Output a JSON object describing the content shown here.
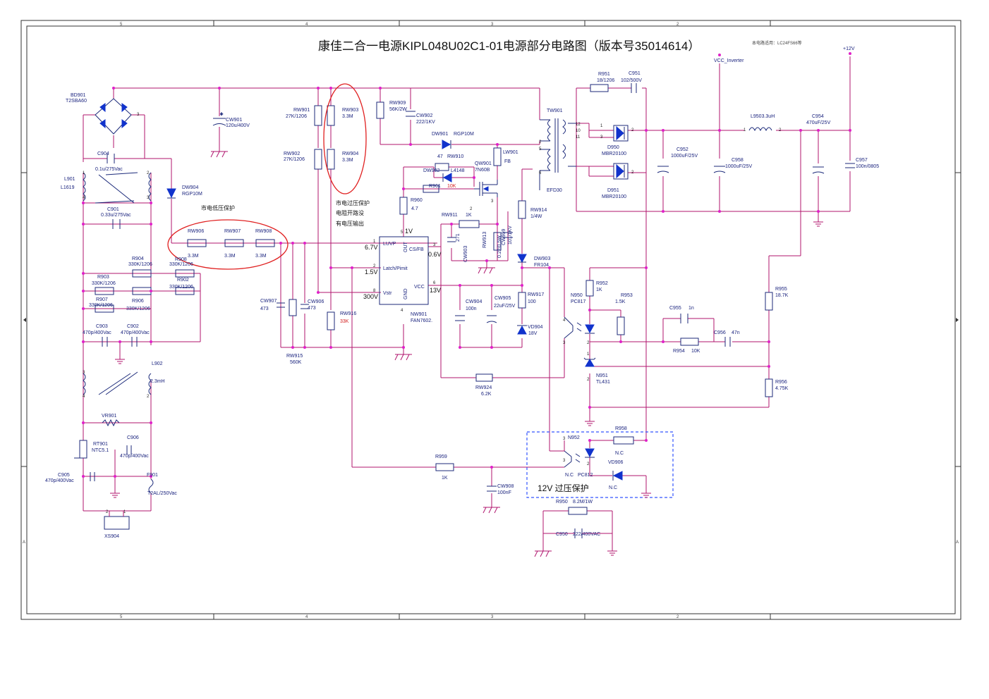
{
  "title": "康佳二合一电源KIPL048U02C1-01电源部分电路图（版本号35014614）",
  "subtitle": "本电路适用：LC24FS66等",
  "frame": {
    "top_numbers": [
      "5",
      "4",
      "3",
      "2"
    ],
    "bottom_numbers": [
      "5",
      "4",
      "3",
      "2"
    ],
    "side_letter": "A"
  },
  "nets": {
    "vcc_inverter": "VCC_Inverter",
    "plus12v": "+12V"
  },
  "annotations": {
    "mains_low": "市电低压保护",
    "overvoltage_line1": "市电过压保护",
    "overvoltage_line2": "电阻开路没",
    "overvoltage_line3": "有电压输出",
    "ovp12": "12V 过压保护"
  },
  "components": {
    "BD901": [
      "BD901",
      "T2SBA60"
    ],
    "C904": [
      "C904",
      "0.1u/275Vac"
    ],
    "L901": [
      "L901",
      "L1619"
    ],
    "C901": [
      "C901",
      "0.33u/275Vac"
    ],
    "R903": [
      "R903",
      "330K/1206"
    ],
    "R904": [
      "R904",
      "330K/1206"
    ],
    "R907": [
      "R907",
      "330K/1206"
    ],
    "R906": [
      "R906",
      "330K/1206"
    ],
    "R908": [
      "R908",
      "330K/1206"
    ],
    "R902": [
      "R902",
      "330K/1206"
    ],
    "C903": [
      "C903",
      "470p/400Vac"
    ],
    "C902": [
      "C902",
      "470p/400Vac"
    ],
    "L902": [
      "L902",
      "2.3mH"
    ],
    "VR901": [
      "VR901"
    ],
    "RT901": [
      "RT901",
      "NTC5.1"
    ],
    "C906": [
      "C906",
      "470p/400Vac"
    ],
    "C905": [
      "C905",
      "470p/400Vac"
    ],
    "F901": [
      "F901",
      "T2AL/250Vac"
    ],
    "XS904": [
      "XS904"
    ],
    "CW901": [
      "CW901",
      "120u/400V"
    ],
    "DW904": [
      "DW904",
      "RGP10M"
    ],
    "RW906": [
      "RW906",
      "3.3M"
    ],
    "RW907": [
      "RW907",
      "3.3M"
    ],
    "RW908": [
      "RW908",
      "3.3M"
    ],
    "RW901": [
      "RW901",
      "27K/1206"
    ],
    "RW902": [
      "RW902",
      "27K/1206"
    ],
    "RW903": [
      "RW903",
      "3.3M"
    ],
    "RW904": [
      "RW904",
      "3.3M"
    ],
    "CW907": [
      "CW907",
      "473"
    ],
    "CW906": [
      "CW906",
      "473"
    ],
    "RW915": [
      "RW915",
      "560K"
    ],
    "RW916": [
      "RW916",
      "33K"
    ],
    "RW909": [
      "RW909",
      "56K/2W"
    ],
    "CW902": [
      "CW902",
      "222/1KV"
    ],
    "DW901": [
      "DW901",
      "RGP10M"
    ],
    "RW910": [
      "47",
      "RW910"
    ],
    "DW902": [
      "DW902",
      "L4148"
    ],
    "R961": [
      "R961",
      "10K"
    ],
    "R960": [
      "R960",
      "4.7"
    ],
    "QW901": [
      "QW901",
      "7N60B"
    ],
    "LW901": [
      "LW901",
      "FB"
    ],
    "RW911": [
      "RW911",
      "1K"
    ],
    "CW903": [
      "CW903",
      "271"
    ],
    "RW913": [
      "RW913",
      "0.22/0.5W"
    ],
    "CW909": [
      "CW909",
      "101/1KV"
    ],
    "RW914": [
      "RW914",
      "1/4W"
    ],
    "DW903": [
      "DW903",
      "FR104"
    ],
    "CW904": [
      "CW904",
      "100n"
    ],
    "CW905": [
      "CW905",
      "22uF/25V"
    ],
    "RW917": [
      "RW917",
      "100"
    ],
    "VD904": [
      "VD904",
      "18V"
    ],
    "RW924": [
      "RW924",
      "6.2K"
    ],
    "NW901": [
      "NW901",
      "FAN7602."
    ],
    "TW901": [
      "TW901",
      "EFD30"
    ],
    "R951": [
      "R951",
      "18/1206"
    ],
    "C951": [
      "C951",
      "102/500V"
    ],
    "D950": [
      "D950",
      "MBR20100"
    ],
    "D951": [
      "D951",
      "MBR20100"
    ],
    "C952": [
      "C952",
      "1000uF/25V"
    ],
    "C958": [
      "C958",
      "1000uF/25V"
    ],
    "L950": [
      "L9503.3uH"
    ],
    "C954": [
      "C954",
      "470uF/25V"
    ],
    "C957": [
      "C957",
      "100n/0805"
    ],
    "R952": [
      "R952",
      "1K"
    ],
    "N950": [
      "N950",
      "PC817"
    ],
    "R953": [
      "R953",
      "1.5K"
    ],
    "C955": [
      "C955",
      "1n"
    ],
    "R954": [
      "R954",
      "10K"
    ],
    "C956": [
      "C956",
      "47n"
    ],
    "R955": [
      "R955",
      "18.7K"
    ],
    "N951": [
      "N951",
      "TL431"
    ],
    "R956": [
      "R956",
      "4.75K"
    ],
    "R958": [
      "R958",
      "N.C"
    ],
    "N952": [
      "N952",
      "PC812"
    ],
    "VD906": [
      "VD906",
      "N.C"
    ],
    "R959": [
      "R959",
      "1K"
    ],
    "CW908": [
      "CW908",
      "100nF"
    ],
    "R950": [
      "R950",
      "8.2M/1W"
    ],
    "C950": [
      "C950",
      "222/400VAC"
    ]
  },
  "ic": {
    "pins_left": [
      "LUVP",
      "Latch/Pimit",
      "Vstr"
    ],
    "pins_right": [
      "CS/FB",
      "VCC"
    ],
    "pin_out": "OUT",
    "pin_gnd": "GND",
    "pin_nums": [
      "1",
      "2",
      "8",
      "5",
      "3",
      "6",
      "4"
    ],
    "voltages": [
      "6.7V",
      "1.5V",
      "300V",
      "1V",
      "0.6V",
      "13V"
    ]
  },
  "small_labels": {
    "nc": "N.C",
    "pins": [
      "1",
      "2",
      "3",
      "4",
      "12",
      "10",
      "11",
      "2",
      "5",
      "6",
      "3",
      "1",
      "4",
      "3",
      "2",
      "1",
      "2",
      "3",
      "1"
    ]
  }
}
